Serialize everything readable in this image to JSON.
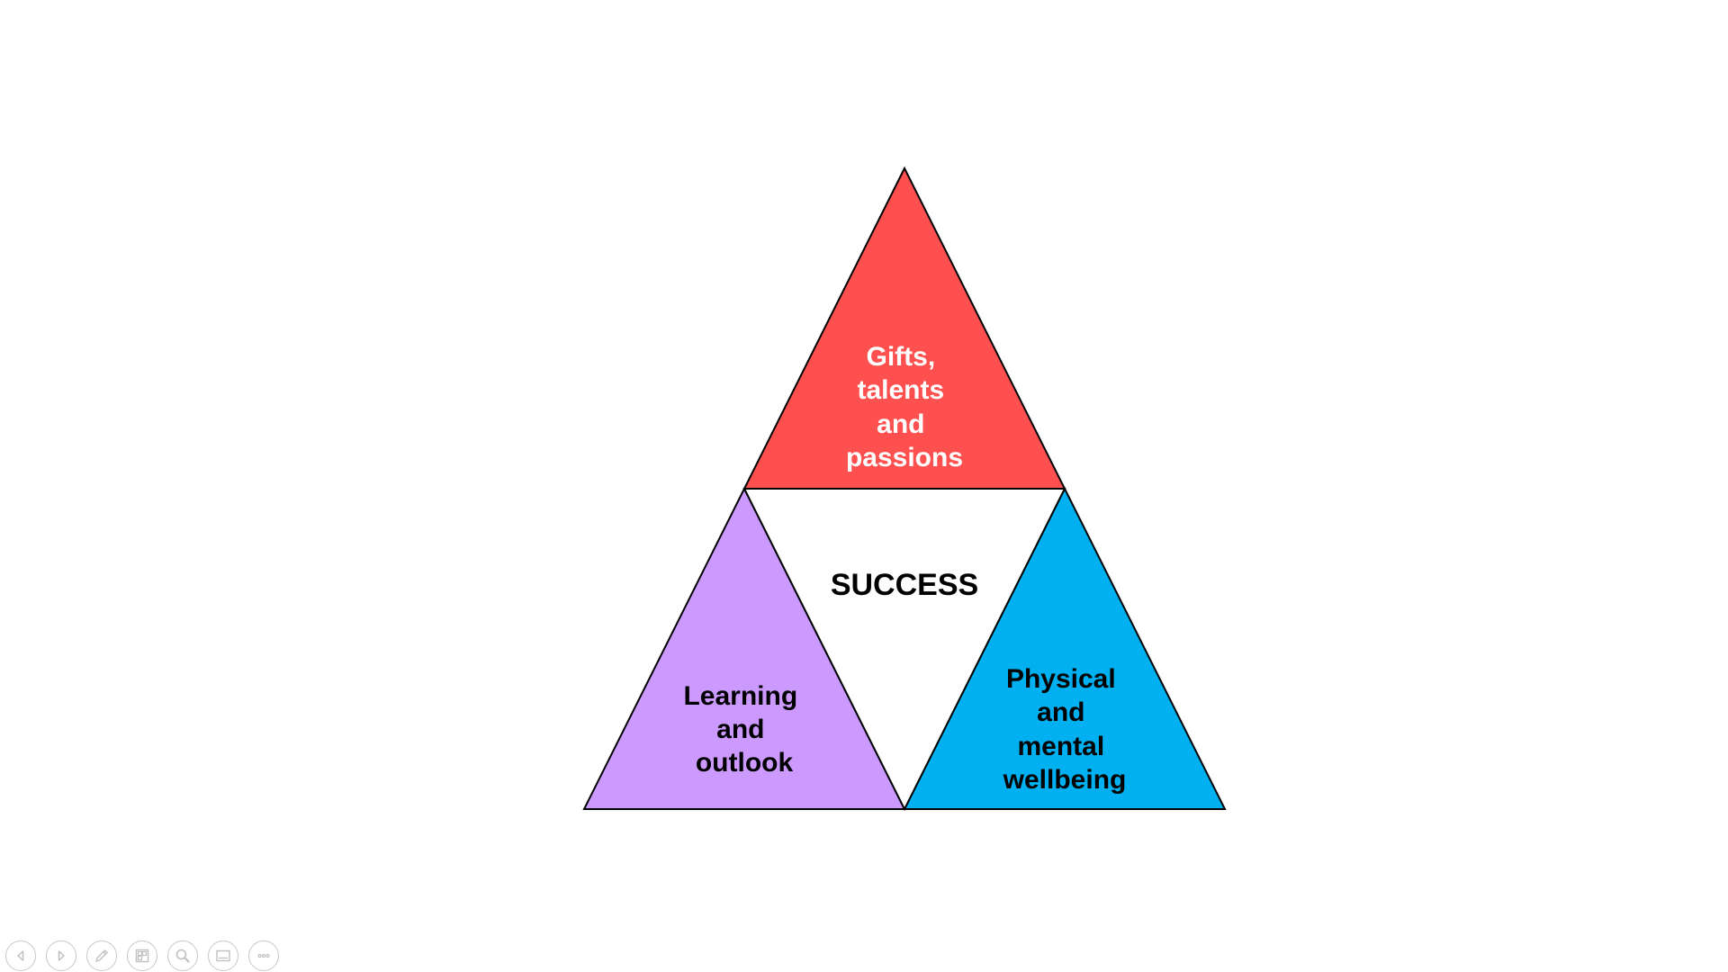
{
  "diagram": {
    "top_triangle": {
      "lines": [
        "Gifts,",
        "talents",
        "and",
        "passions"
      ],
      "fill": "#ff5050",
      "text_color": "#ffffff"
    },
    "left_triangle": {
      "lines": [
        "Learning",
        "and",
        "outlook"
      ],
      "fill": "#cc99ff",
      "text_color": "#000000"
    },
    "right_triangle": {
      "lines": [
        "Physical",
        "and",
        "mental",
        "wellbeing"
      ],
      "fill": "#00b0f0",
      "text_color": "#000000"
    },
    "center": {
      "label": "SUCCESS",
      "fill": "#ffffff",
      "text_color": "#000000"
    },
    "outline_color": "#000000"
  },
  "toolbar": {
    "buttons": [
      {
        "name": "previous-slide-button",
        "icon": "chevron-left-icon"
      },
      {
        "name": "next-slide-button",
        "icon": "chevron-right-icon"
      },
      {
        "name": "pen-tool-button",
        "icon": "pen-icon"
      },
      {
        "name": "see-all-slides-button",
        "icon": "slides-grid-icon"
      },
      {
        "name": "zoom-button",
        "icon": "magnifier-icon"
      },
      {
        "name": "subtitles-button",
        "icon": "subtitles-icon"
      },
      {
        "name": "more-options-button",
        "icon": "more-icon"
      }
    ],
    "icon_color": "#c0c0c0"
  }
}
